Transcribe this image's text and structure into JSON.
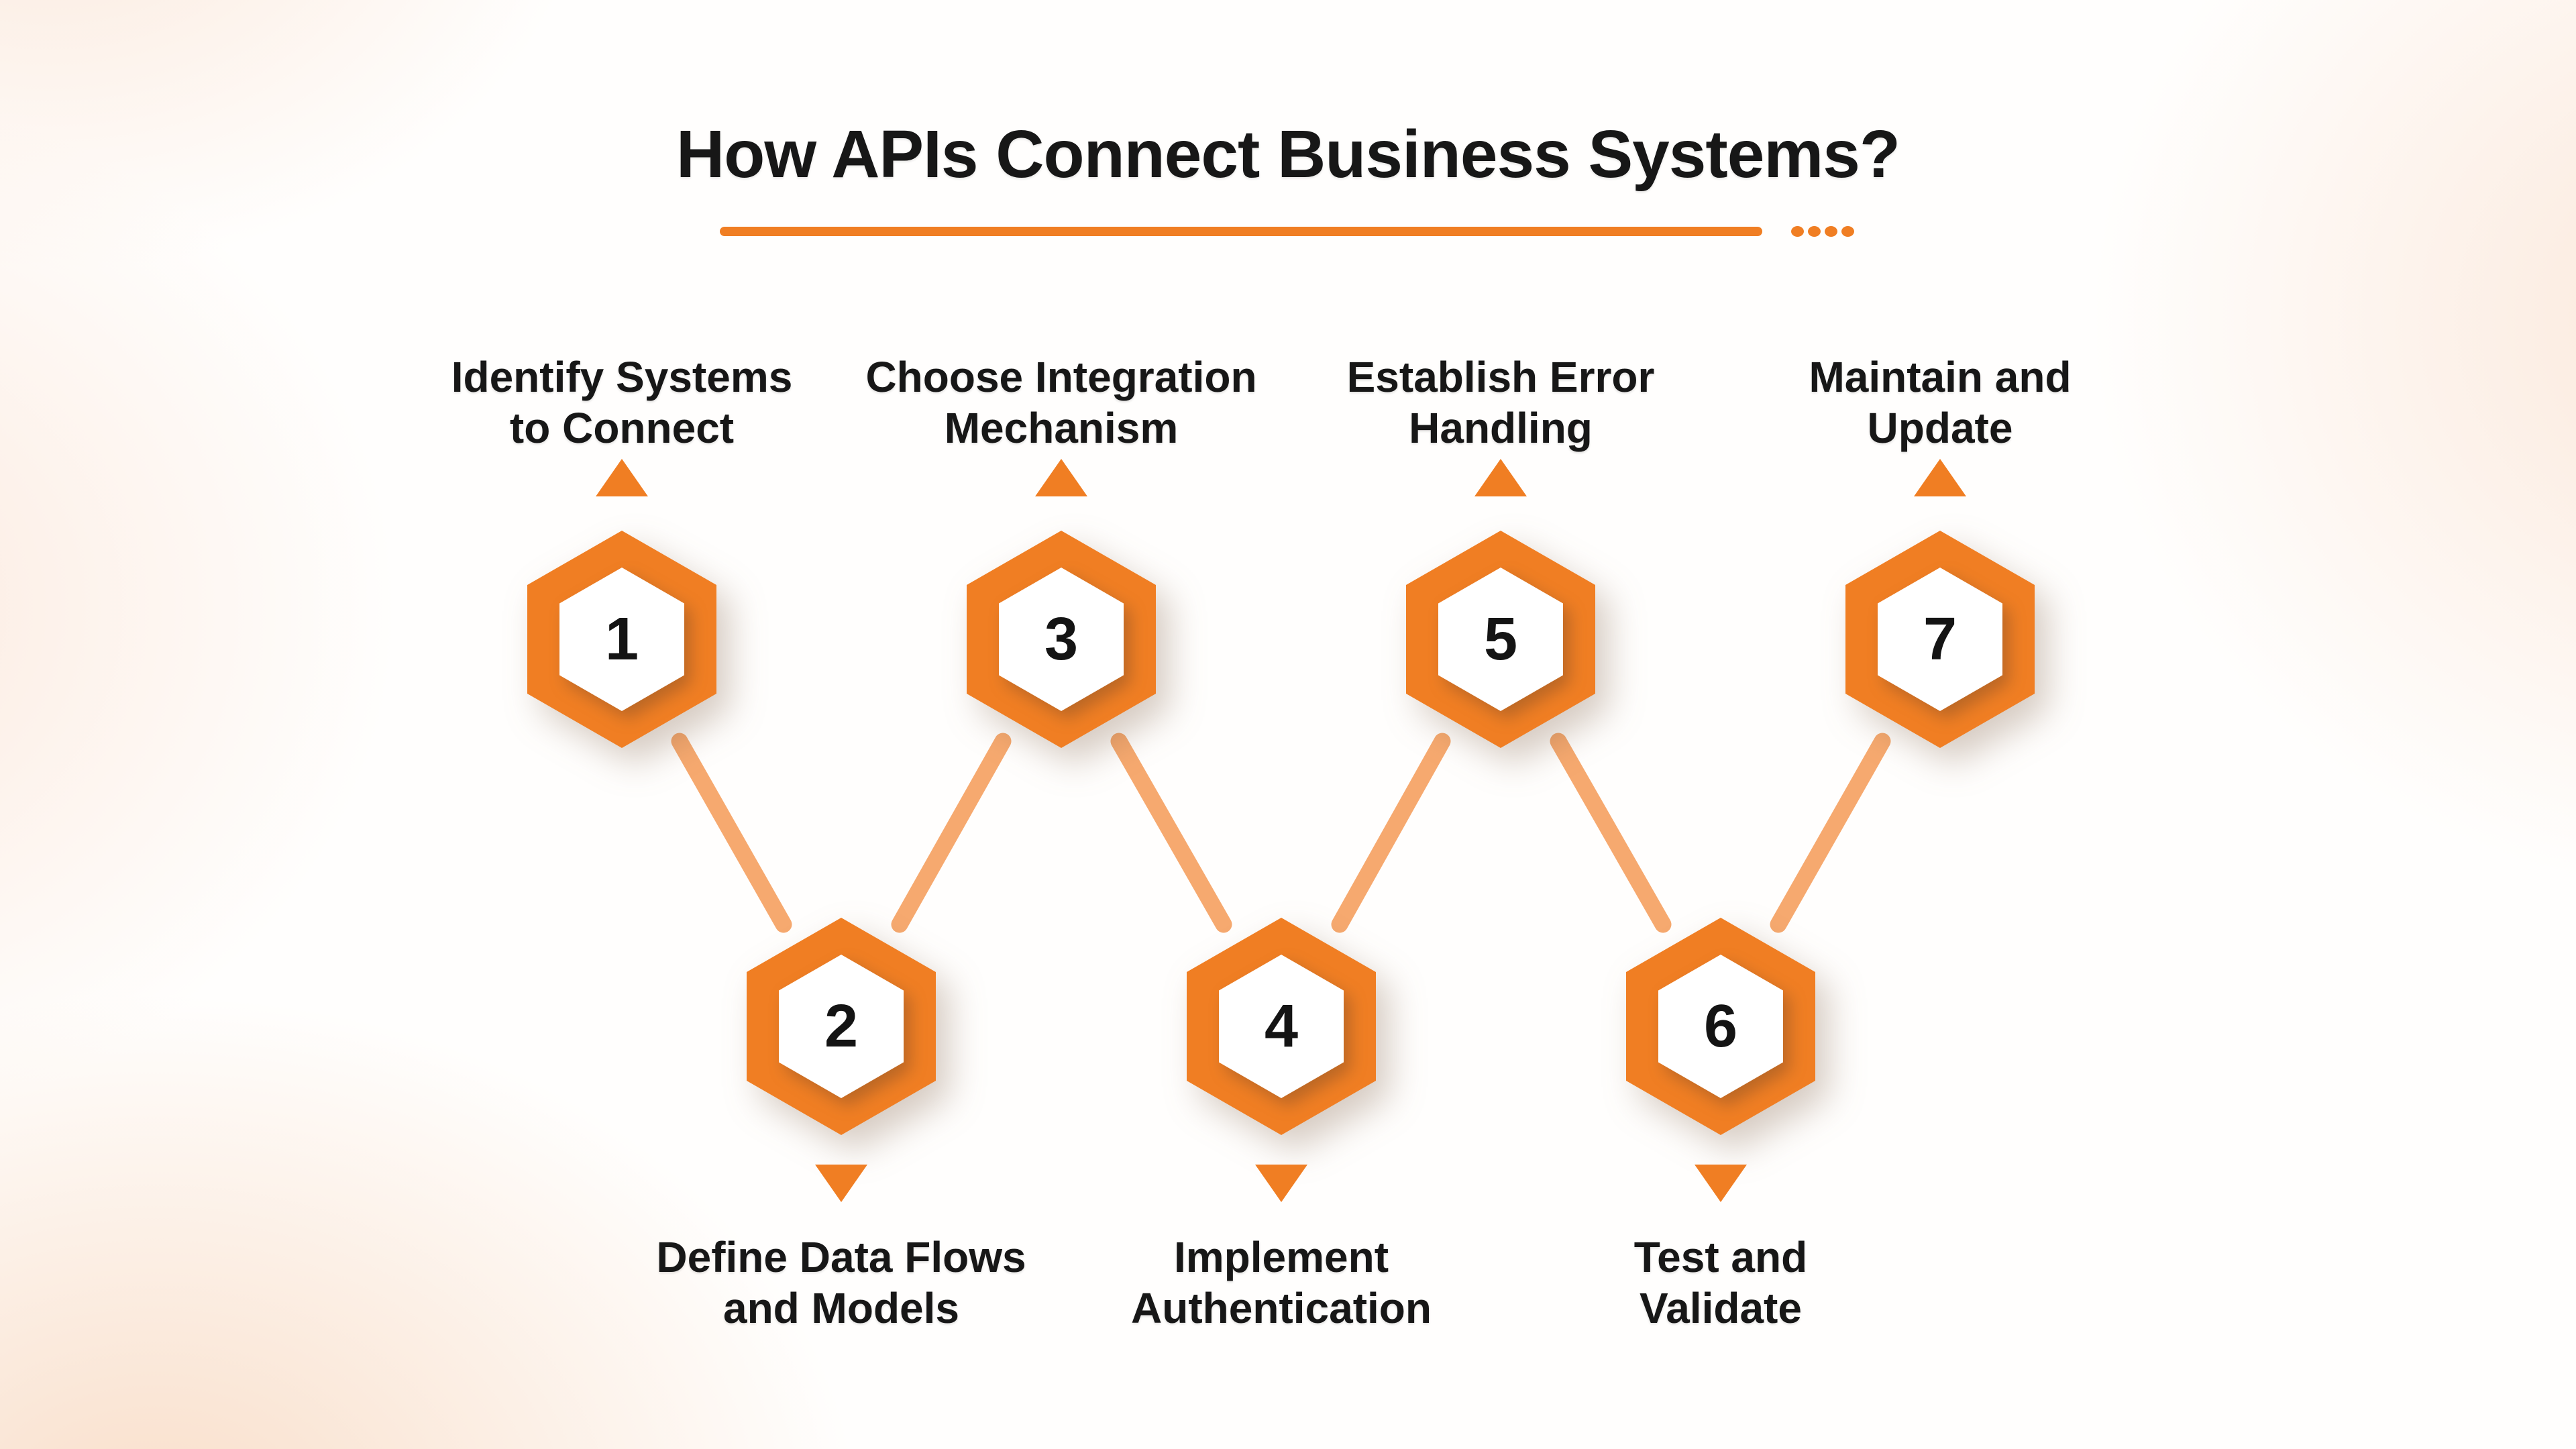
{
  "title": "How APIs Connect Business Systems?",
  "divider": {
    "dot_count": 4
  },
  "colors": {
    "accent_orange": "#F07E23",
    "connector_orange": "#F6A96F",
    "text_dark": "#171717",
    "background_tint": "#F8DCC6"
  },
  "steps": [
    {
      "number": "1",
      "row": "top",
      "label_line1": "Identify Systems",
      "label_line2": "to Connect"
    },
    {
      "number": "2",
      "row": "bottom",
      "label_line1": "Define Data Flows",
      "label_line2": "and Models"
    },
    {
      "number": "3",
      "row": "top",
      "label_line1": "Choose Integration",
      "label_line2": "Mechanism"
    },
    {
      "number": "4",
      "row": "bottom",
      "label_line1": "Implement",
      "label_line2": "Authentication"
    },
    {
      "number": "5",
      "row": "top",
      "label_line1": "Establish Error",
      "label_line2": "Handling"
    },
    {
      "number": "6",
      "row": "bottom",
      "label_line1": "Test and",
      "label_line2": "Validate"
    },
    {
      "number": "7",
      "row": "top",
      "label_line1": "Maintain and",
      "label_line2": "Update"
    }
  ]
}
